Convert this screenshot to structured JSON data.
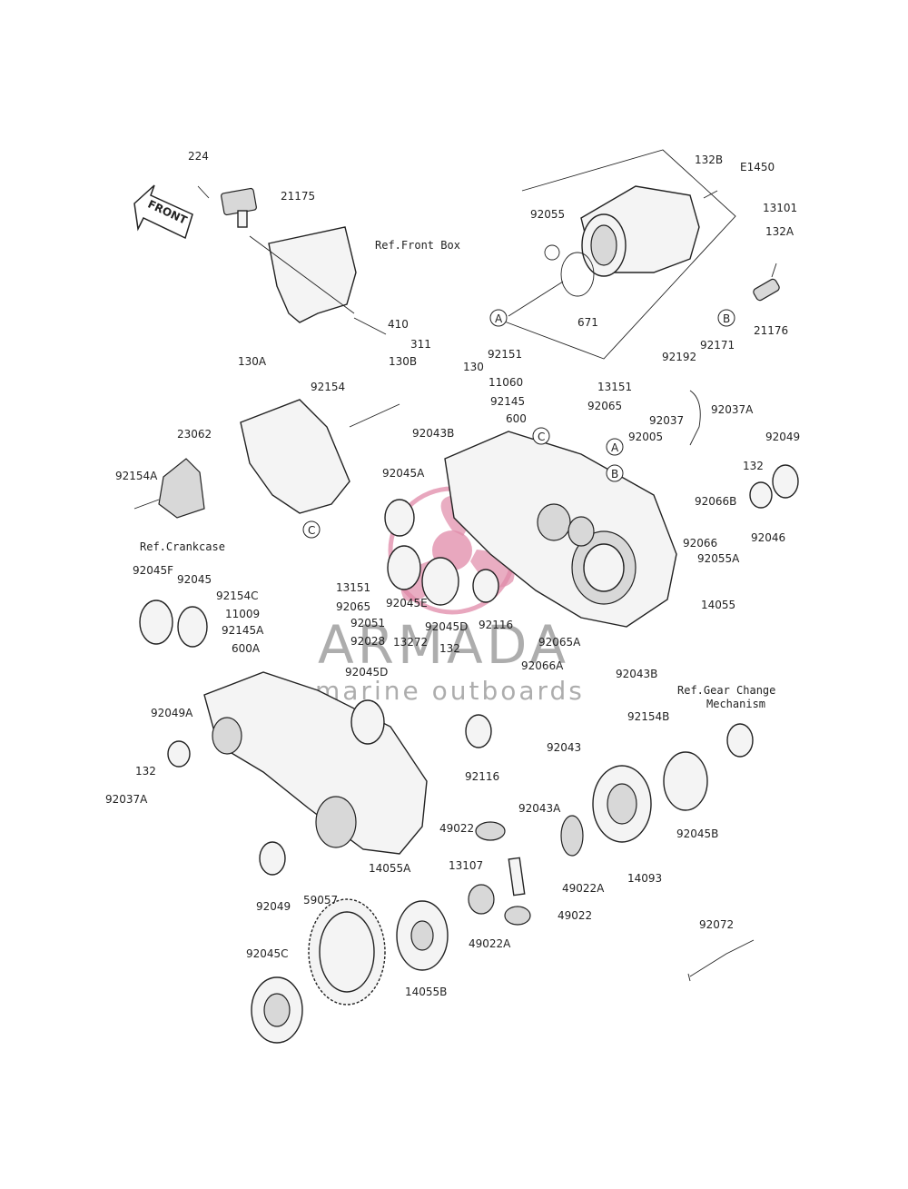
{
  "diagram_code": "E1450",
  "front_arrow_text": "FRONT",
  "watermark": {
    "brand": "ARMADA",
    "tagline": "marine outboards",
    "accent": "#e08aa8"
  },
  "refs": {
    "front_box": "Ref.Front Box",
    "crankcase": "Ref.Crankcase",
    "gear_change_1": "Ref.Gear Change",
    "gear_change_2": "Mechanism"
  },
  "callouts": [
    "A",
    "B",
    "C"
  ],
  "parts": [
    "224",
    "21175",
    "410",
    "311",
    "132B",
    "13101",
    "92055",
    "671",
    "132A",
    "21176",
    "130A",
    "130B",
    "92154",
    "23062",
    "92154A",
    "130",
    "92151",
    "11060",
    "13151",
    "92145",
    "92065",
    "600",
    "92043B",
    "92045A",
    "92192",
    "92171",
    "92037",
    "92005",
    "92037A",
    "132",
    "92049",
    "92066B",
    "92046",
    "92066",
    "92055A",
    "14055",
    "92045E",
    "92045D",
    "92116",
    "92065A",
    "92066A",
    "92043B",
    "92045F",
    "92045",
    "92154C",
    "13151",
    "11009",
    "92065",
    "92145A",
    "92051",
    "600A",
    "92028",
    "13272",
    "132",
    "92045D",
    "92049A",
    "132",
    "92037A",
    "92116",
    "14055A",
    "92049",
    "59057",
    "92045C",
    "14055B",
    "49022",
    "92043A",
    "13107",
    "49022A",
    "49022",
    "49022A",
    "92043",
    "92154B",
    "14093",
    "92045B",
    "92072"
  ]
}
